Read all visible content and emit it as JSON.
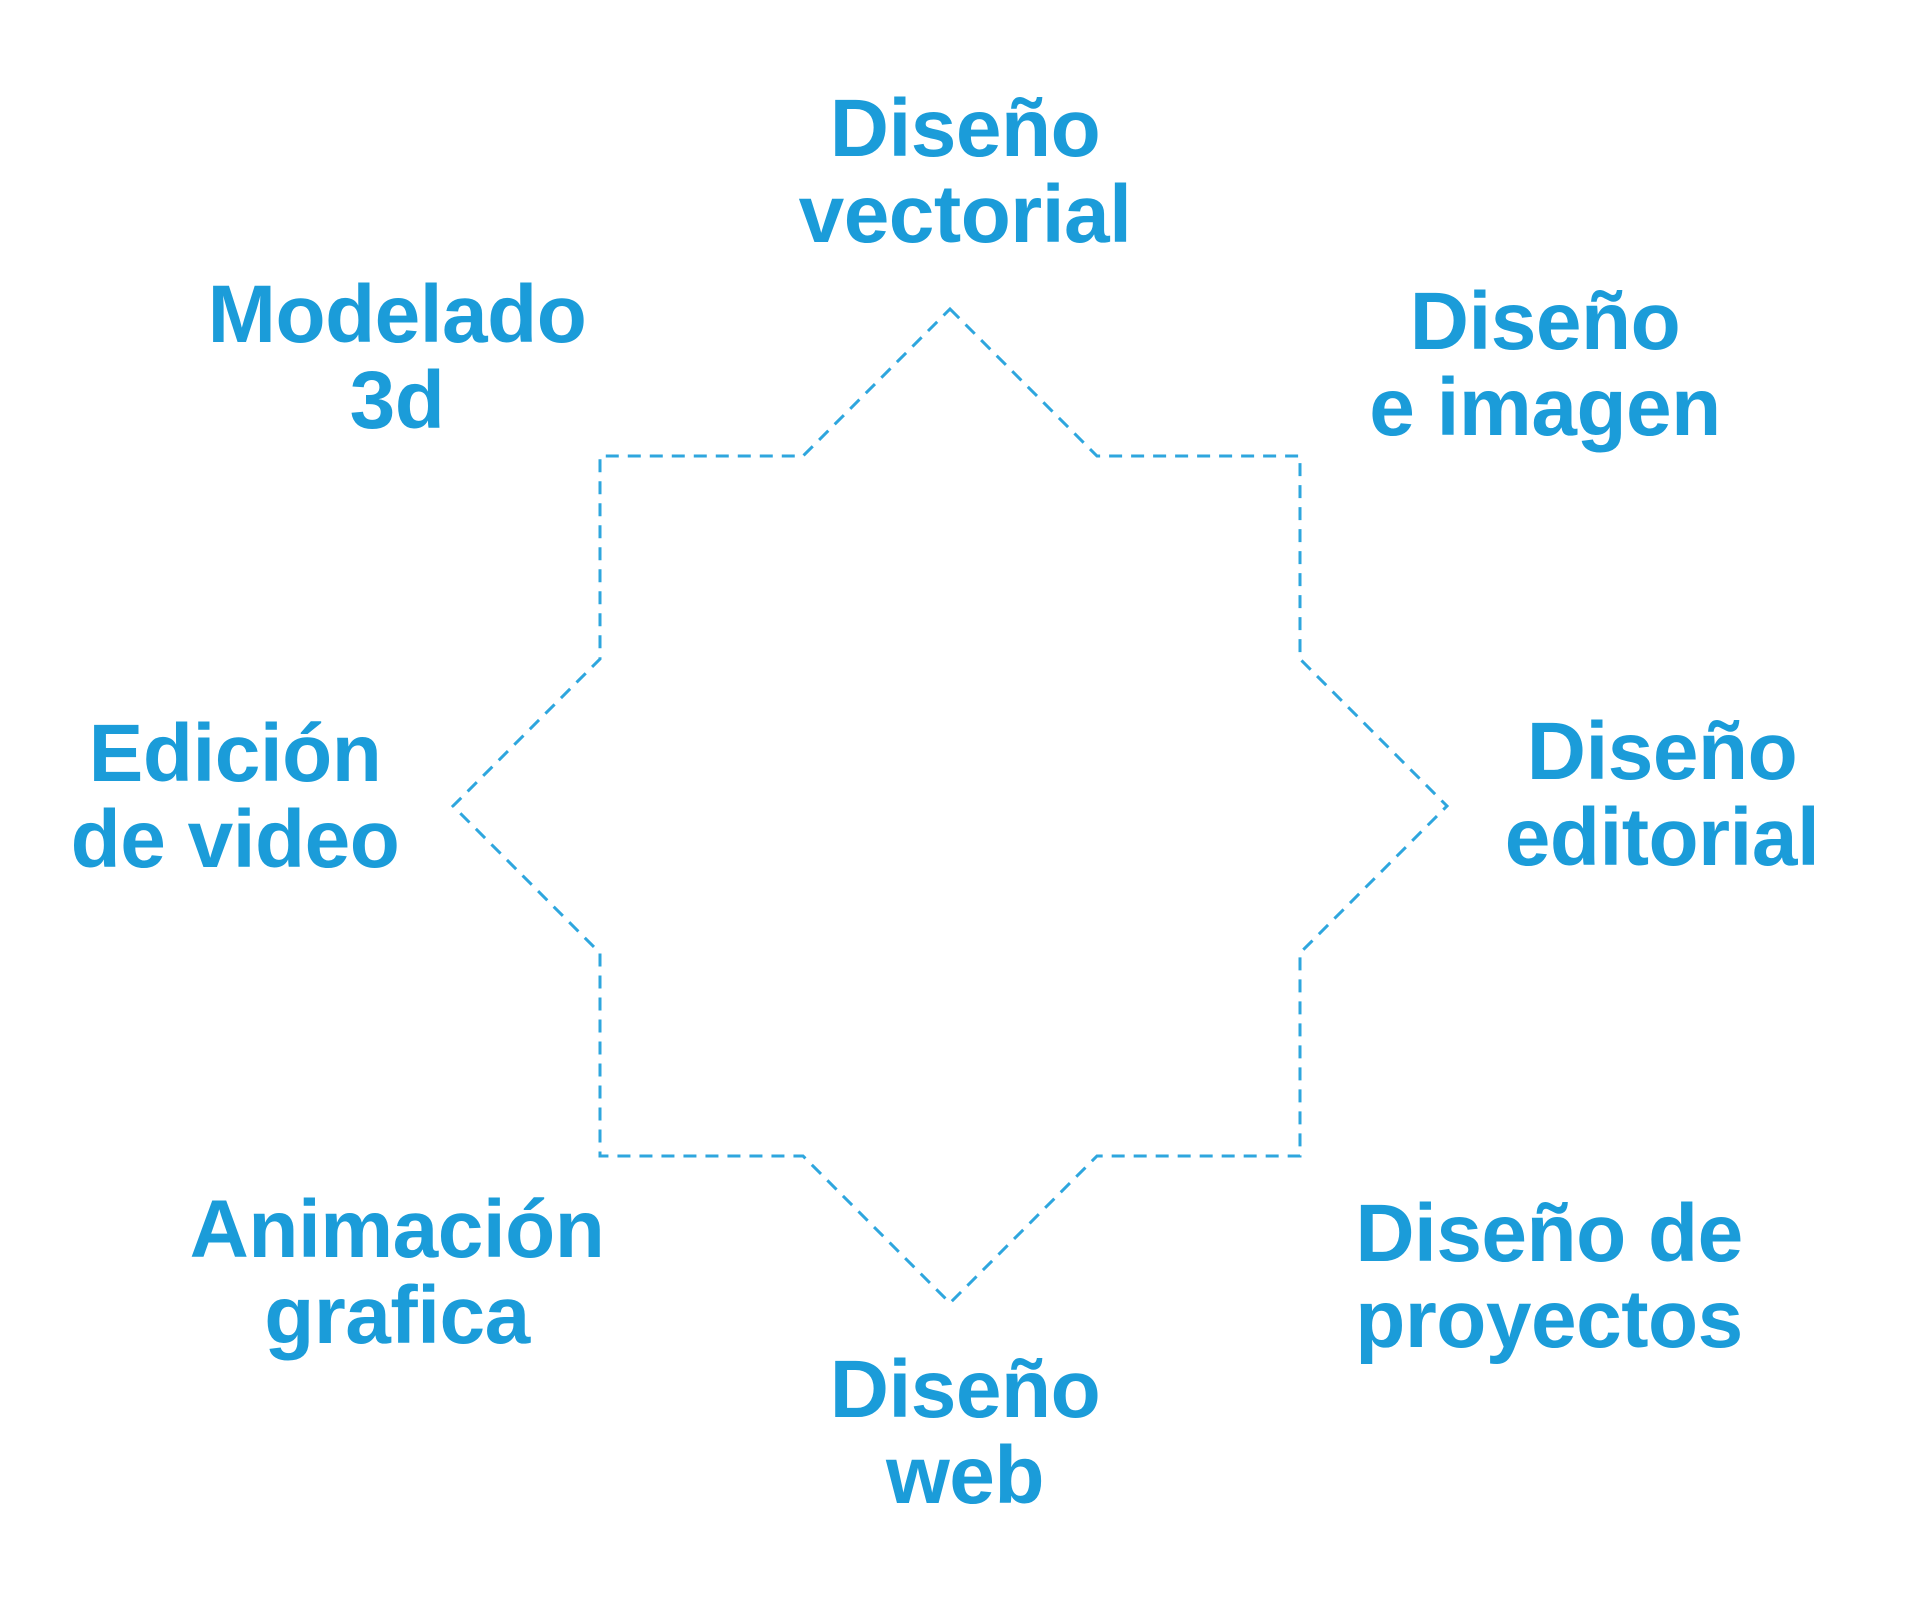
{
  "diagram": {
    "colors": {
      "text": "#1b9cd9",
      "outline": "#2ea6de"
    },
    "star": {
      "shape": "eight-pointed-star",
      "style": "dashed-outline"
    },
    "labels": [
      {
        "id": "diseno-vectorial",
        "position": "top",
        "lines": [
          "Diseño",
          "vectorial"
        ]
      },
      {
        "id": "diseno-e-imagen",
        "position": "top-right",
        "lines": [
          "Diseño",
          "e imagen"
        ]
      },
      {
        "id": "diseno-editorial",
        "position": "right",
        "lines": [
          "Diseño",
          "editorial"
        ]
      },
      {
        "id": "diseno-de-proyectos",
        "position": "bottom-right",
        "lines": [
          "Diseño de",
          "proyectos"
        ]
      },
      {
        "id": "diseno-web",
        "position": "bottom",
        "lines": [
          "Diseño",
          "web"
        ]
      },
      {
        "id": "animacion-grafica",
        "position": "bottom-left",
        "lines": [
          "Animación",
          "grafica"
        ]
      },
      {
        "id": "edicion-de-video",
        "position": "left",
        "lines": [
          "Edición",
          "de video"
        ]
      },
      {
        "id": "modelado-3d",
        "position": "top-left",
        "lines": [
          "Modelado",
          "3d"
        ]
      }
    ]
  }
}
